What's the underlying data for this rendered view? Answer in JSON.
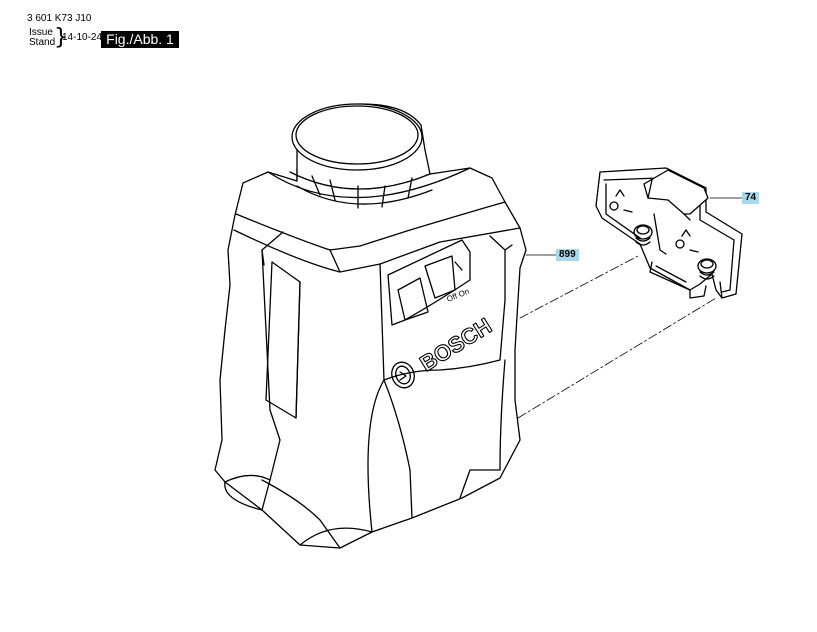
{
  "header": {
    "part_code": "3 601 K73 J10",
    "issue_label": "Issue",
    "stand_label": "Stand",
    "date": "14-10-24",
    "figure_label": "Fig./Abb. 1"
  },
  "device": {
    "brand_text": "BOSCH",
    "switch_label": "Off On"
  },
  "callouts": {
    "laser_level": "899",
    "holder": "74"
  },
  "colors": {
    "callout_bg": "#a8d8ec",
    "line": "#000000"
  }
}
